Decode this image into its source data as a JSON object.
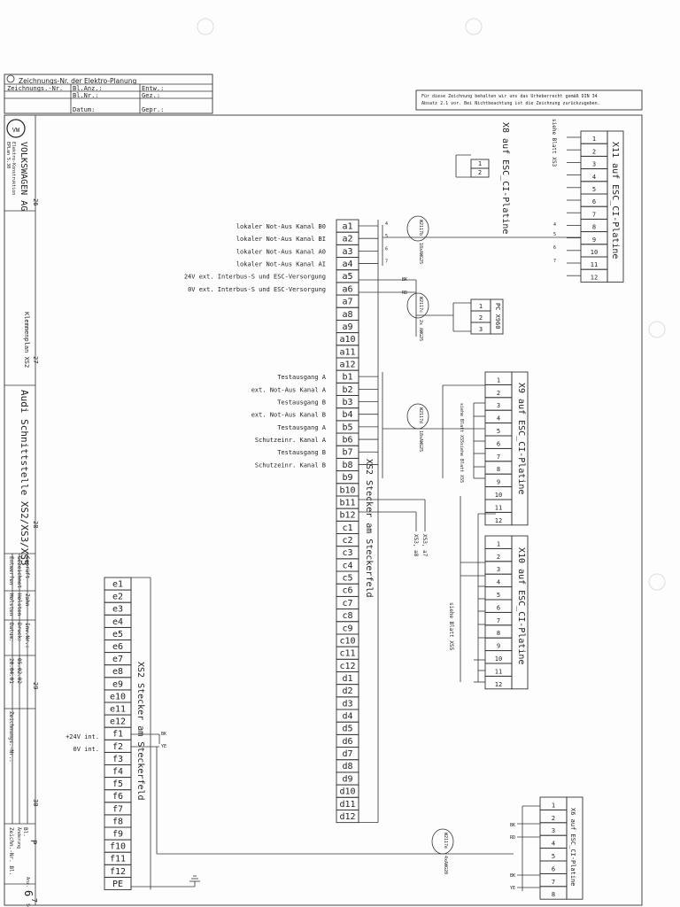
{
  "header": {
    "title": "Zeichnungs-Nr. der Elektro-Planung",
    "row1": [
      "Zeichnungs.-Nr.",
      "Bl.Anz.:",
      "Entw.:"
    ],
    "row2": [
      "Bl.Nr.:",
      "Gez.:"
    ],
    "row3": [
      "Datum:",
      "Gepr.:"
    ]
  },
  "copyright_note": [
    "Für diese Zeichnung behalten wir uns das Urheberrecht gemäß DIN 34",
    "Absatz 2.1 vor. Bei Nichtbeachtung ist die Zeichnung zurückzugeben."
  ],
  "titleblock": {
    "company": "VOLKSWAGEN AG",
    "company_sub1": "Elektro-Konstruktion",
    "company_sub2": "EPLan 5.30",
    "doc": "Klemmenplan XS2",
    "title": "Audi Schnittstelle XS2/XS3/XS5",
    "grid": [
      "26",
      "27",
      "28",
      "29",
      "30"
    ],
    "roles": [
      "Entwerfen",
      "Gezeichnet",
      "Geprüft"
    ],
    "names": [
      "Holsten",
      "Holsten",
      "Zahn"
    ],
    "datum_label": "Datum:",
    "druck_label": "Druck:",
    "inv_label": "Inv.Nr.:",
    "datum": "20.04.01",
    "druck": "05.02.02",
    "zeichnungs_nr": "Zeichnungs.-Nr.:",
    "zeichnungs_nr2": "Zeichn.-Nr. Bl.",
    "aenderung": "Änderung",
    "blatt": "Bl.",
    "blatt_p": "P",
    "anz": "Anz.",
    "seite": "6",
    "schl": "Schl.",
    "seite_num": "7"
  },
  "main_connector": {
    "title": "XS2 Stecker am Steckerfeld",
    "pins": [
      "a1",
      "a2",
      "a3",
      "a4",
      "a5",
      "a6",
      "a7",
      "a8",
      "a9",
      "a10",
      "a11",
      "a12",
      "b1",
      "b2",
      "b3",
      "b4",
      "b5",
      "b6",
      "b7",
      "b8",
      "b9",
      "b10",
      "b11",
      "b12",
      "c1",
      "c2",
      "c3",
      "c4",
      "c5",
      "c6",
      "c7",
      "c8",
      "c9",
      "c10",
      "c11",
      "c12",
      "d1",
      "d2",
      "d3",
      "d4",
      "d5",
      "d6",
      "d7",
      "d8",
      "d9",
      "d10",
      "d11",
      "d12"
    ],
    "labels": [
      "lokaler Not-Aus Kanal B0",
      "lokaler Not-Aus Kanal BI",
      "lokaler Not-Aus Kanal A0",
      "lokaler Not-Aus Kanal AI",
      "24V ext. Interbus-S und ESC-Versorgung",
      "0V ext. Interbus-S und ESC-Versorgung",
      "",
      "",
      "",
      "",
      "",
      "",
      "Testausgang A",
      "ext. Not-Aus Kanal A",
      "Testausgang B",
      "ext. Not-Aus Kanal B",
      "Testausgang A",
      "Schutzeinr. Kanal A",
      "Testausgang B",
      "Schutzeinr. Kanal B",
      "",
      "",
      "",
      "",
      "",
      "",
      "",
      "",
      "",
      "",
      "",
      "",
      "",
      "",
      "",
      "",
      "",
      "",
      "",
      "",
      "",
      "",
      "",
      "",
      "",
      "",
      "",
      ""
    ]
  },
  "left_connector": {
    "title": "XS2 Stecker am Steckerfeld",
    "pins": [
      "e1",
      "e2",
      "e3",
      "e4",
      "e5",
      "e6",
      "e7",
      "e8",
      "e9",
      "e10",
      "e11",
      "e12",
      "f1",
      "f2",
      "f3",
      "f4",
      "f5",
      "f6",
      "f7",
      "f8",
      "f9",
      "f10",
      "f11",
      "f12",
      "PE"
    ],
    "label_f1": "+24V int.",
    "label_f2": "0V int.",
    "wire_bk": "BK",
    "wire_ye": "YE"
  },
  "x11": {
    "title": "X11 auf ESC_CI-Platine",
    "pins": [
      "1",
      "2",
      "3",
      "4",
      "5",
      "6",
      "7",
      "8",
      "9",
      "10",
      "11",
      "12"
    ],
    "note": "siehe Blatt XS3"
  },
  "x8": {
    "title": "X8 auf ESC_CI-Platine",
    "pins": [
      "1",
      "2"
    ]
  },
  "pc": {
    "title": "PC X960",
    "pins": [
      "1",
      "2",
      "3"
    ]
  },
  "x9": {
    "title": "X9 auf ESC_CI-Platine",
    "pins": [
      "1",
      "2",
      "3",
      "4",
      "5",
      "6",
      "7",
      "8",
      "9",
      "10",
      "11",
      "12"
    ]
  },
  "x10": {
    "title": "X10 auf ESC_CI-Platine",
    "pins": [
      "1",
      "2",
      "3",
      "4",
      "5",
      "6",
      "7",
      "8",
      "9",
      "10",
      "11",
      "12"
    ],
    "note": "siehe Blatt XS5"
  },
  "x6": {
    "title": "X6 auf ESC_CI-Platine",
    "pins": [
      "1",
      "2",
      "3",
      "4",
      "5",
      "6",
      "7",
      "8"
    ]
  },
  "cable_labels": {
    "c1": "W2117b",
    "c1s": "18xAWG25",
    "c2": "W2117c",
    "c2s": "2x AWG25",
    "c3": "W2117d",
    "c3s": "18xAWG25",
    "c4": "W2117e",
    "c4s": "4xAWG20"
  },
  "misc": {
    "xs3a": "XS3, a7",
    "xs3b": "XS3, a8",
    "siehe_xs5a": "siehe Blatt XS5",
    "siehe_xs5b": "siehe Blatt XS5",
    "bk": "BK",
    "rd": "RD",
    "ye": "YE"
  }
}
